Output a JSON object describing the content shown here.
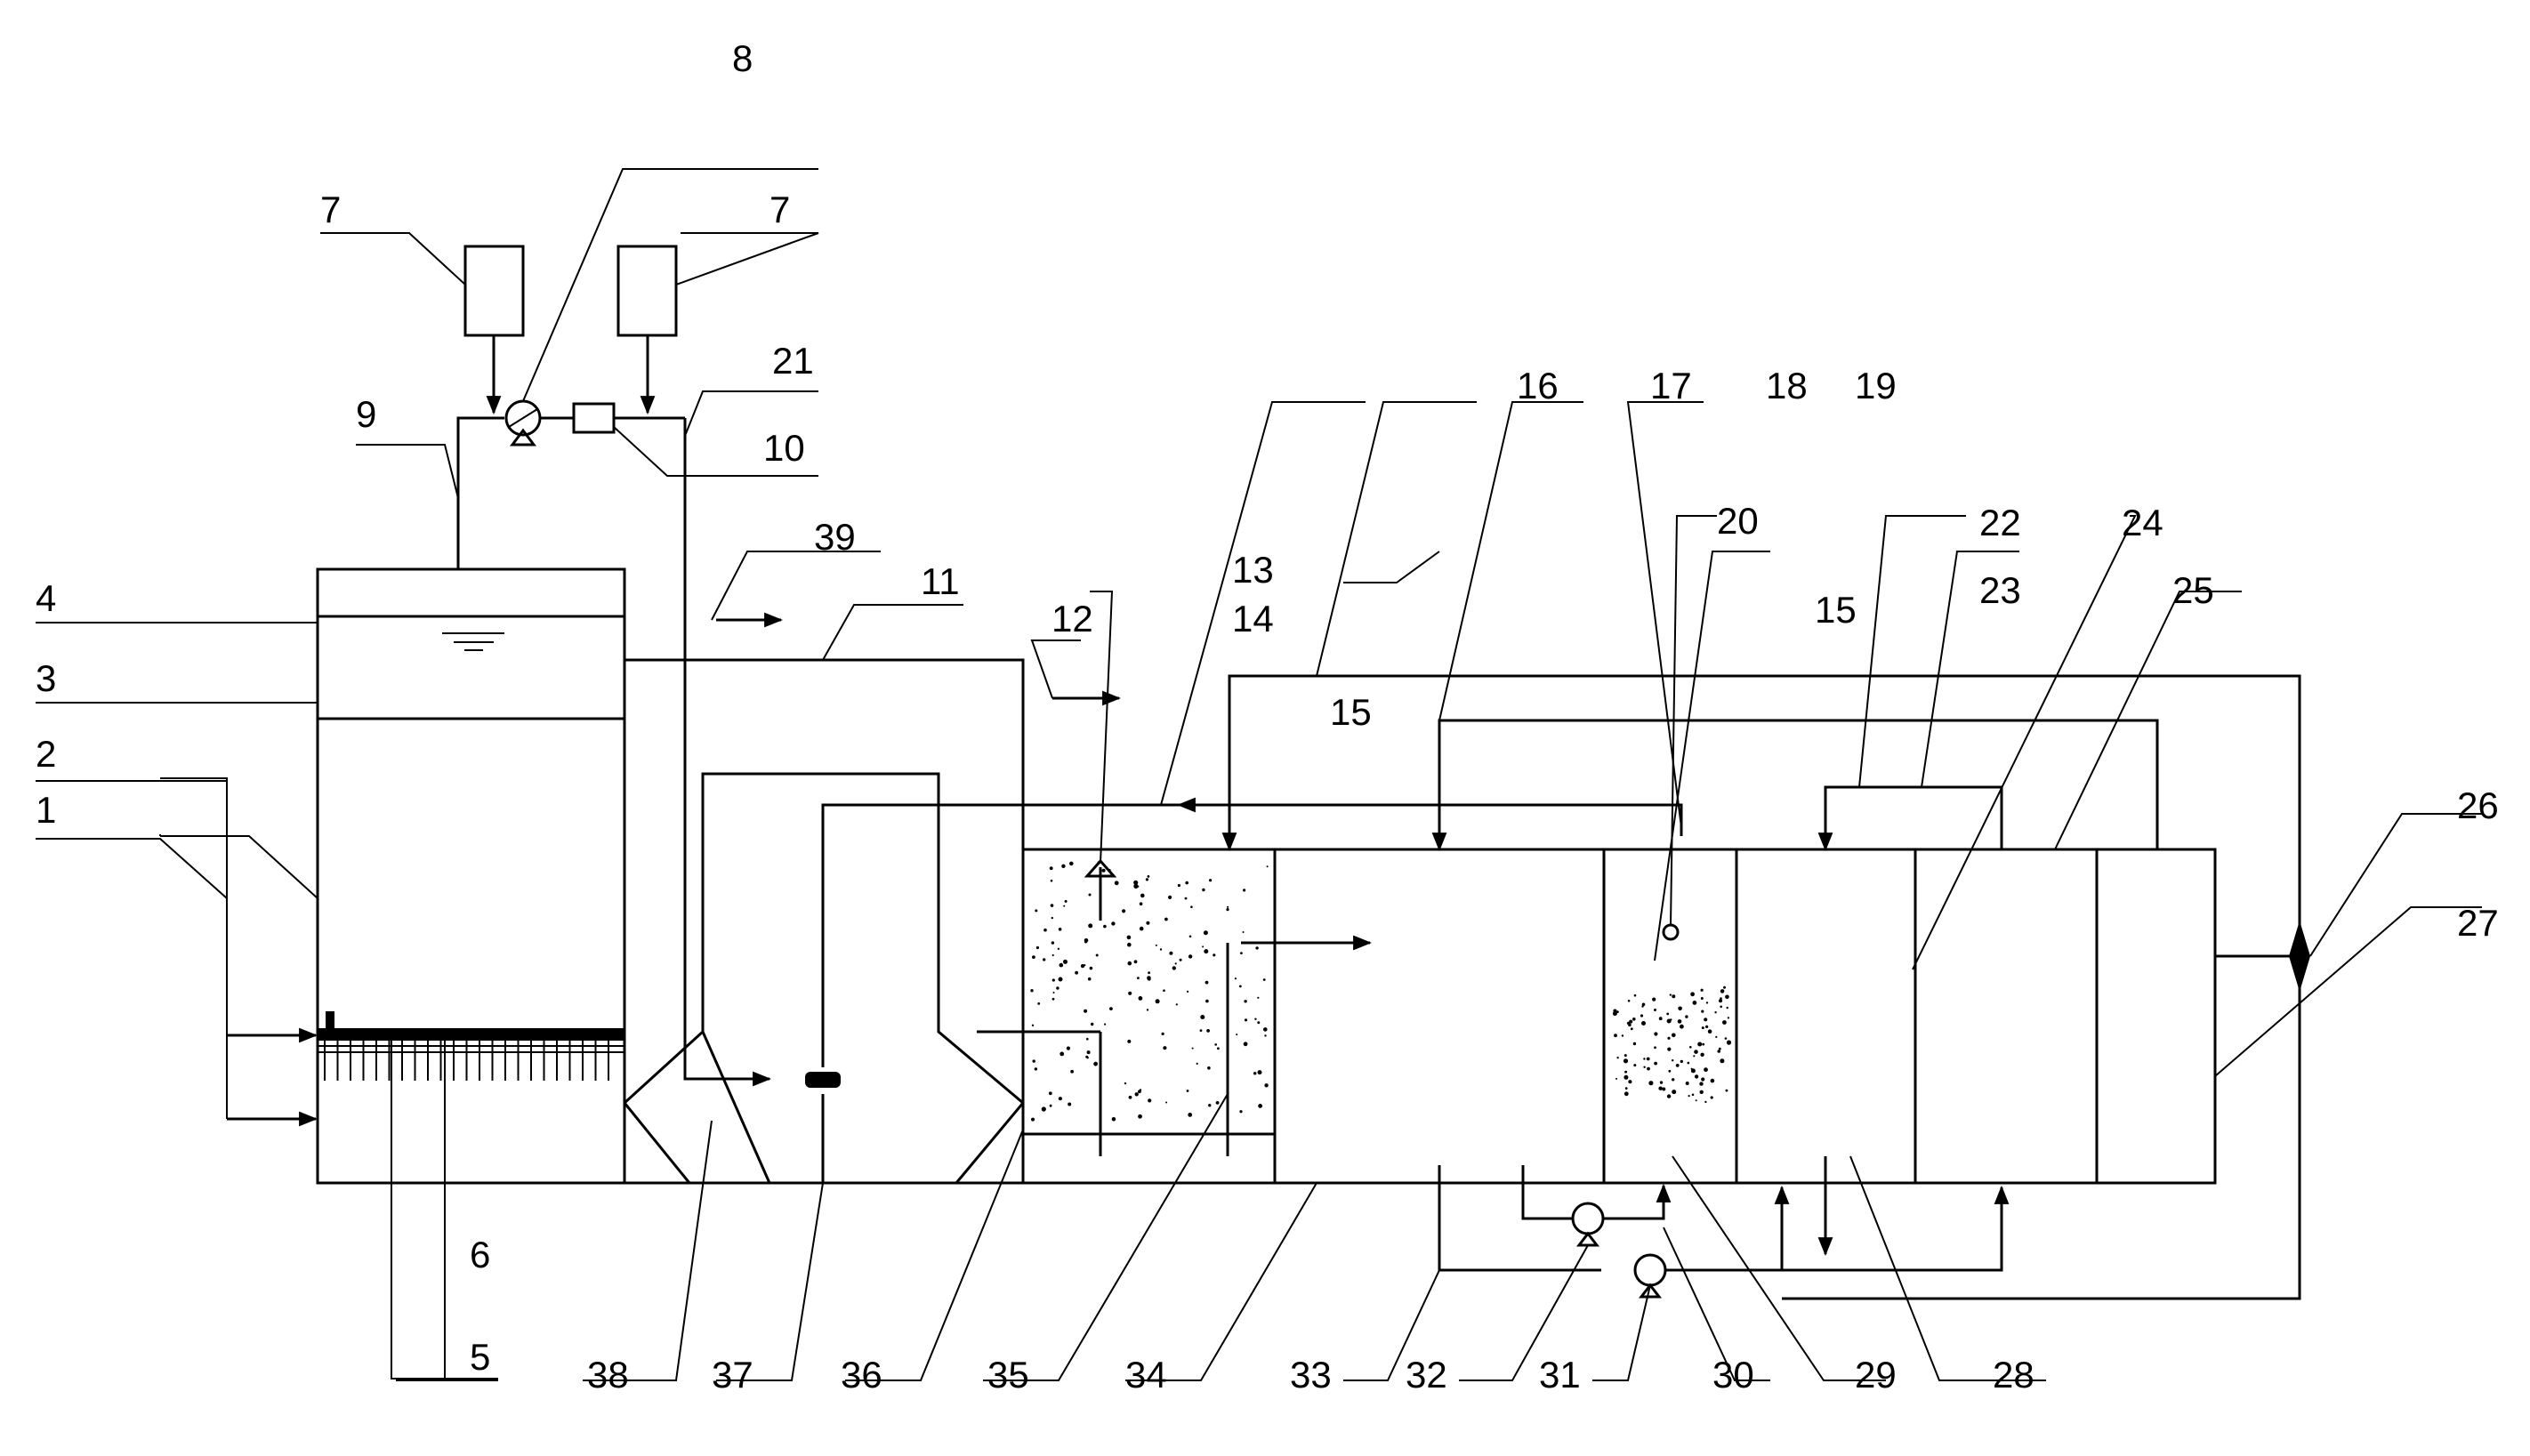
{
  "labels": {
    "n1": "1",
    "n2": "2",
    "n3": "3",
    "n4": "4",
    "n5": "5",
    "n6": "6",
    "n7a": "7",
    "n7b": "7",
    "n8": "8",
    "n9": "9",
    "n10": "10",
    "n11": "11",
    "n12": "12",
    "n13": "13",
    "n14": "14",
    "n15a": "15",
    "n15b": "15",
    "n16": "16",
    "n17": "17",
    "n18": "18",
    "n19": "19",
    "n20": "20",
    "n21": "21",
    "n22": "22",
    "n23": "23",
    "n24": "24",
    "n25": "25",
    "n26": "26",
    "n27": "27",
    "n28": "28",
    "n29": "29",
    "n30": "30",
    "n31": "31",
    "n32": "32",
    "n33": "33",
    "n34": "34",
    "n35": "35",
    "n36": "36",
    "n37": "37",
    "n38": "38",
    "n39": "39"
  }
}
